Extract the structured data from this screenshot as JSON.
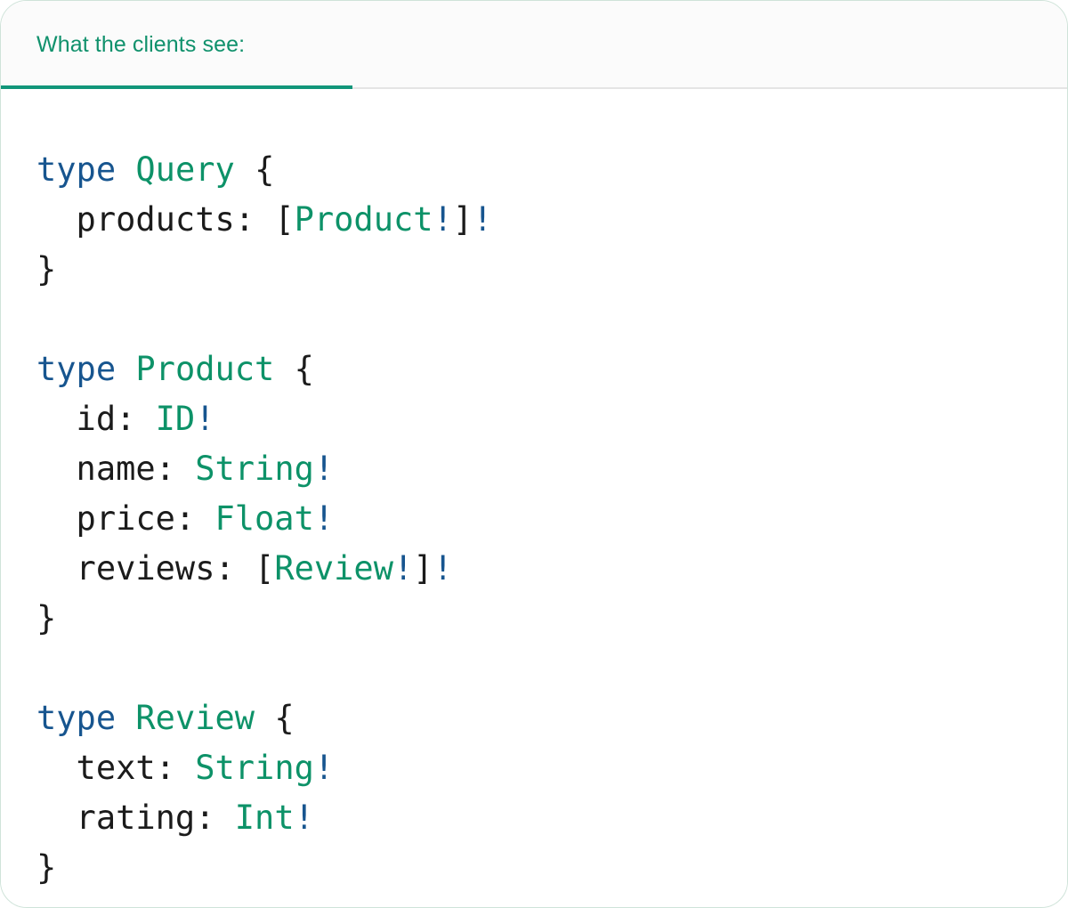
{
  "card": {
    "border_color": "#cfe3d9",
    "background": "#ffffff"
  },
  "tabbar": {
    "active_tab": {
      "label": "What the clients see:",
      "color": "#10916c",
      "underline_color": "#11967a"
    },
    "divider_color": "#e4e4e4",
    "background": "#fbfbfb"
  },
  "code_panel": {
    "language": "graphql",
    "colors": {
      "keyword": "#17558f",
      "type_name": "#0d9268",
      "field_name": "#1b1b1b",
      "punctuation": "#1b1b1b",
      "non_null": "#17558f"
    },
    "raw_text": "type Query {\n  products: [Product!]!\n}\n\ntype Product {\n  id: ID!\n  name: String!\n  price: Float!\n  reviews: [Review!]!\n}\n\ntype Review {\n  text: String!\n  rating: Int!\n}",
    "lines": [
      {
        "id": "line-1",
        "tokens": [
          {
            "t": "type",
            "c": "kw"
          },
          {
            "t": " ",
            "c": "plain"
          },
          {
            "t": "Query",
            "c": "type"
          },
          {
            "t": " ",
            "c": "plain"
          },
          {
            "t": "{",
            "c": "punct"
          }
        ]
      },
      {
        "id": "line-2",
        "tokens": [
          {
            "t": "  products: ",
            "c": "field"
          },
          {
            "t": "[",
            "c": "punct"
          },
          {
            "t": "Product",
            "c": "type"
          },
          {
            "t": "!",
            "c": "bang"
          },
          {
            "t": "]",
            "c": "punct"
          },
          {
            "t": "!",
            "c": "bang"
          }
        ]
      },
      {
        "id": "line-3",
        "tokens": [
          {
            "t": "}",
            "c": "punct"
          }
        ]
      },
      {
        "id": "line-4",
        "tokens": []
      },
      {
        "id": "line-5",
        "tokens": [
          {
            "t": "type",
            "c": "kw"
          },
          {
            "t": " ",
            "c": "plain"
          },
          {
            "t": "Product",
            "c": "type"
          },
          {
            "t": " ",
            "c": "plain"
          },
          {
            "t": "{",
            "c": "punct"
          }
        ]
      },
      {
        "id": "line-6",
        "tokens": [
          {
            "t": "  id: ",
            "c": "field"
          },
          {
            "t": "ID",
            "c": "type"
          },
          {
            "t": "!",
            "c": "bang"
          }
        ]
      },
      {
        "id": "line-7",
        "tokens": [
          {
            "t": "  name: ",
            "c": "field"
          },
          {
            "t": "String",
            "c": "type"
          },
          {
            "t": "!",
            "c": "bang"
          }
        ]
      },
      {
        "id": "line-8",
        "tokens": [
          {
            "t": "  price: ",
            "c": "field"
          },
          {
            "t": "Float",
            "c": "type"
          },
          {
            "t": "!",
            "c": "bang"
          }
        ]
      },
      {
        "id": "line-9",
        "tokens": [
          {
            "t": "  reviews: ",
            "c": "field"
          },
          {
            "t": "[",
            "c": "punct"
          },
          {
            "t": "Review",
            "c": "type"
          },
          {
            "t": "!",
            "c": "bang"
          },
          {
            "t": "]",
            "c": "punct"
          },
          {
            "t": "!",
            "c": "bang"
          }
        ]
      },
      {
        "id": "line-10",
        "tokens": [
          {
            "t": "}",
            "c": "punct"
          }
        ]
      },
      {
        "id": "line-11",
        "tokens": []
      },
      {
        "id": "line-12",
        "tokens": [
          {
            "t": "type",
            "c": "kw"
          },
          {
            "t": " ",
            "c": "plain"
          },
          {
            "t": "Review",
            "c": "type"
          },
          {
            "t": " ",
            "c": "plain"
          },
          {
            "t": "{",
            "c": "punct"
          }
        ]
      },
      {
        "id": "line-13",
        "tokens": [
          {
            "t": "  text: ",
            "c": "field"
          },
          {
            "t": "String",
            "c": "type"
          },
          {
            "t": "!",
            "c": "bang"
          }
        ]
      },
      {
        "id": "line-14",
        "tokens": [
          {
            "t": "  rating: ",
            "c": "field"
          },
          {
            "t": "Int",
            "c": "type"
          },
          {
            "t": "!",
            "c": "bang"
          }
        ]
      },
      {
        "id": "line-15",
        "tokens": [
          {
            "t": "}",
            "c": "punct"
          }
        ]
      }
    ]
  }
}
